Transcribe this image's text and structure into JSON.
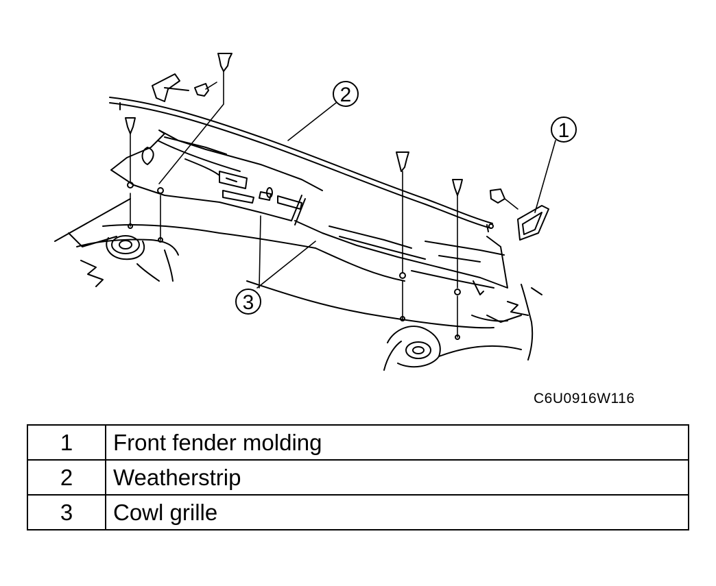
{
  "diagram": {
    "callouts": [
      {
        "id": "1",
        "label": "1"
      },
      {
        "id": "2",
        "label": "2"
      },
      {
        "id": "3",
        "label": "3"
      }
    ]
  },
  "figure_code": "C6U0916W116",
  "legend": {
    "rows": [
      {
        "number": "1",
        "description": "Front fender molding"
      },
      {
        "number": "2",
        "description": "Weatherstrip"
      },
      {
        "number": "3",
        "description": "Cowl grille"
      }
    ]
  }
}
